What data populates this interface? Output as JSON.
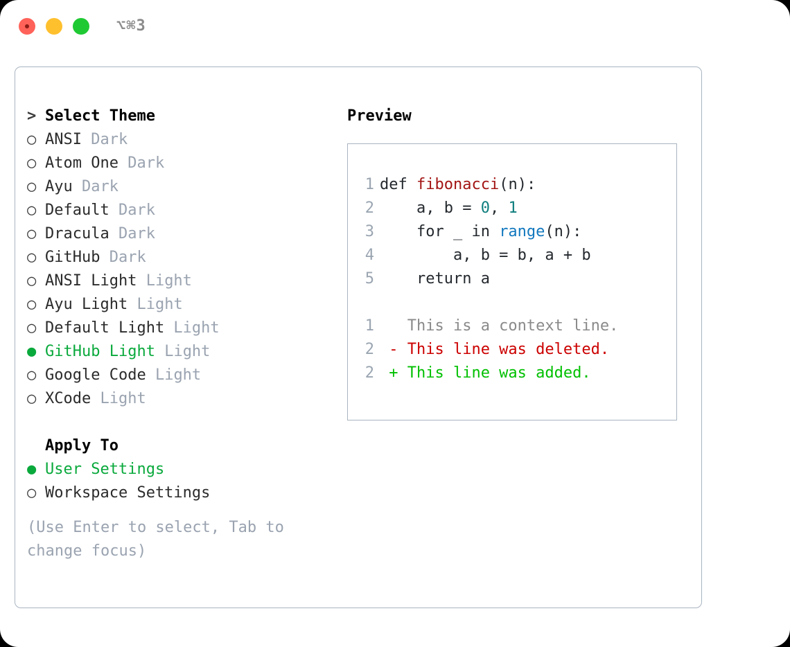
{
  "titlebar": {
    "shortcut": "⌥⌘3",
    "buttons": {
      "close": "close-button",
      "minimize": "minimize-button",
      "maximize": "maximize-button"
    }
  },
  "colors": {
    "accent_green": "#0aa93c",
    "border": "#a9b4c0",
    "muted": "#9aa3b0",
    "diff_add": "#00c000",
    "diff_del": "#cc0000",
    "syntax_fn": "#a31515",
    "syntax_num": "#0d7d7d",
    "syntax_call": "#1278be"
  },
  "theme_picker": {
    "header_marker": ">",
    "header_label": "Select Theme",
    "marker_unselected": "○",
    "marker_selected": "●",
    "items": [
      {
        "name": "ANSI",
        "category": "Dark",
        "selected": false
      },
      {
        "name": "Atom One",
        "category": "Dark",
        "selected": false
      },
      {
        "name": "Ayu",
        "category": "Dark",
        "selected": false
      },
      {
        "name": "Default",
        "category": "Dark",
        "selected": false
      },
      {
        "name": "Dracula",
        "category": "Dark",
        "selected": false
      },
      {
        "name": "GitHub",
        "category": "Dark",
        "selected": false
      },
      {
        "name": "ANSI Light",
        "category": "Light",
        "selected": false
      },
      {
        "name": "Ayu Light",
        "category": "Light",
        "selected": false
      },
      {
        "name": "Default Light",
        "category": "Light",
        "selected": false
      },
      {
        "name": "GitHub Light",
        "category": "Light",
        "selected": true
      },
      {
        "name": "Google Code",
        "category": "Light",
        "selected": false
      },
      {
        "name": "XCode",
        "category": "Light",
        "selected": false
      }
    ]
  },
  "apply_to": {
    "header_label": "Apply To",
    "items": [
      {
        "name": "User Settings",
        "selected": true
      },
      {
        "name": "Workspace Settings",
        "selected": false
      }
    ]
  },
  "hint": "(Use Enter to select, Tab to change focus)",
  "preview": {
    "title": "Preview",
    "code_lines": [
      {
        "num": "1",
        "tokens": [
          {
            "t": "def ",
            "c": "plain"
          },
          {
            "t": "fibonacci",
            "c": "fn"
          },
          {
            "t": "(n):",
            "c": "plain"
          }
        ]
      },
      {
        "num": "2",
        "tokens": [
          {
            "t": "    a, b = ",
            "c": "plain"
          },
          {
            "t": "0",
            "c": "num"
          },
          {
            "t": ", ",
            "c": "plain"
          },
          {
            "t": "1",
            "c": "num"
          }
        ]
      },
      {
        "num": "3",
        "tokens": [
          {
            "t": "    for _ in ",
            "c": "plain"
          },
          {
            "t": "range",
            "c": "call"
          },
          {
            "t": "(n):",
            "c": "plain"
          }
        ]
      },
      {
        "num": "4",
        "tokens": [
          {
            "t": "        a, b = b, a + b",
            "c": "plain"
          }
        ]
      },
      {
        "num": "5",
        "tokens": [
          {
            "t": "    return a",
            "c": "plain"
          }
        ]
      }
    ],
    "diff_lines": [
      {
        "num": "1",
        "sign": "  ",
        "text": "This is a context line.",
        "kind": "ctx"
      },
      {
        "num": "2",
        "sign": "- ",
        "text": "This line was deleted.",
        "kind": "del"
      },
      {
        "num": "2",
        "sign": "+ ",
        "text": "This line was added.",
        "kind": "add"
      }
    ]
  }
}
